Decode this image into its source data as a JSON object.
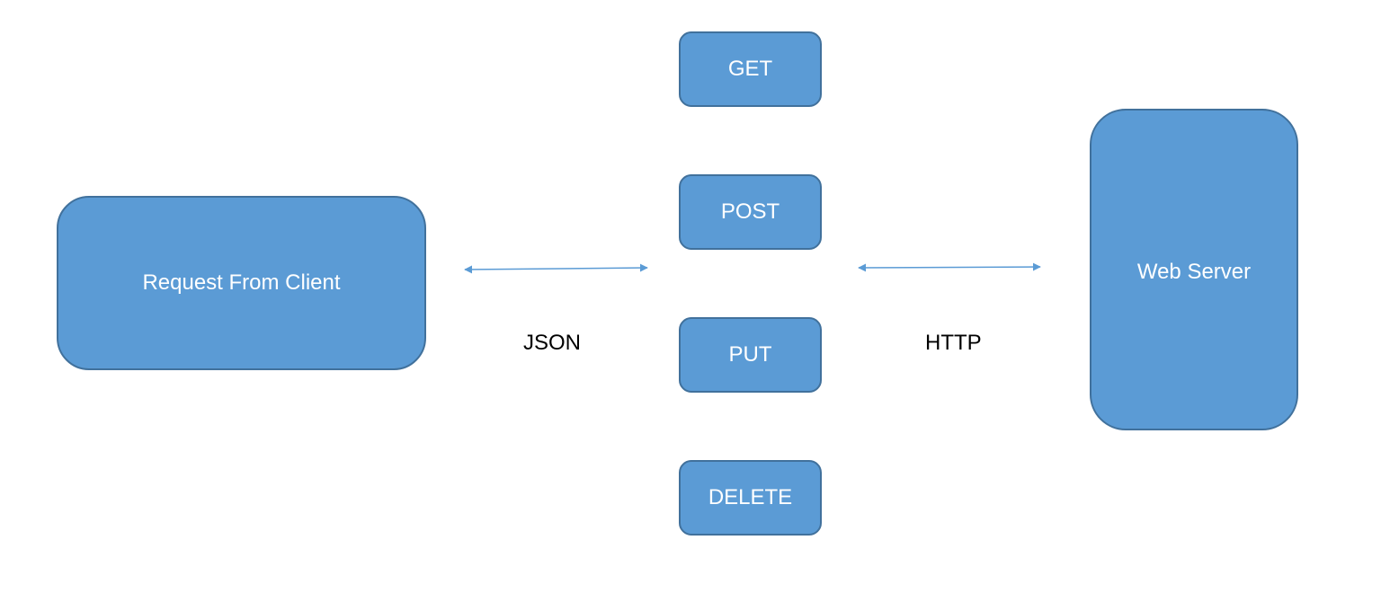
{
  "diagram": {
    "nodes": {
      "client": "Request From Client",
      "server": "Web Server",
      "methods": {
        "get": "GET",
        "post": "POST",
        "put": "PUT",
        "delete": "DELETE"
      }
    },
    "edges": {
      "left": "JSON",
      "right": "HTTP"
    }
  },
  "colors": {
    "box_fill": "#5b9bd5",
    "box_border": "#41719c",
    "arrow": "#5b9bd5"
  }
}
